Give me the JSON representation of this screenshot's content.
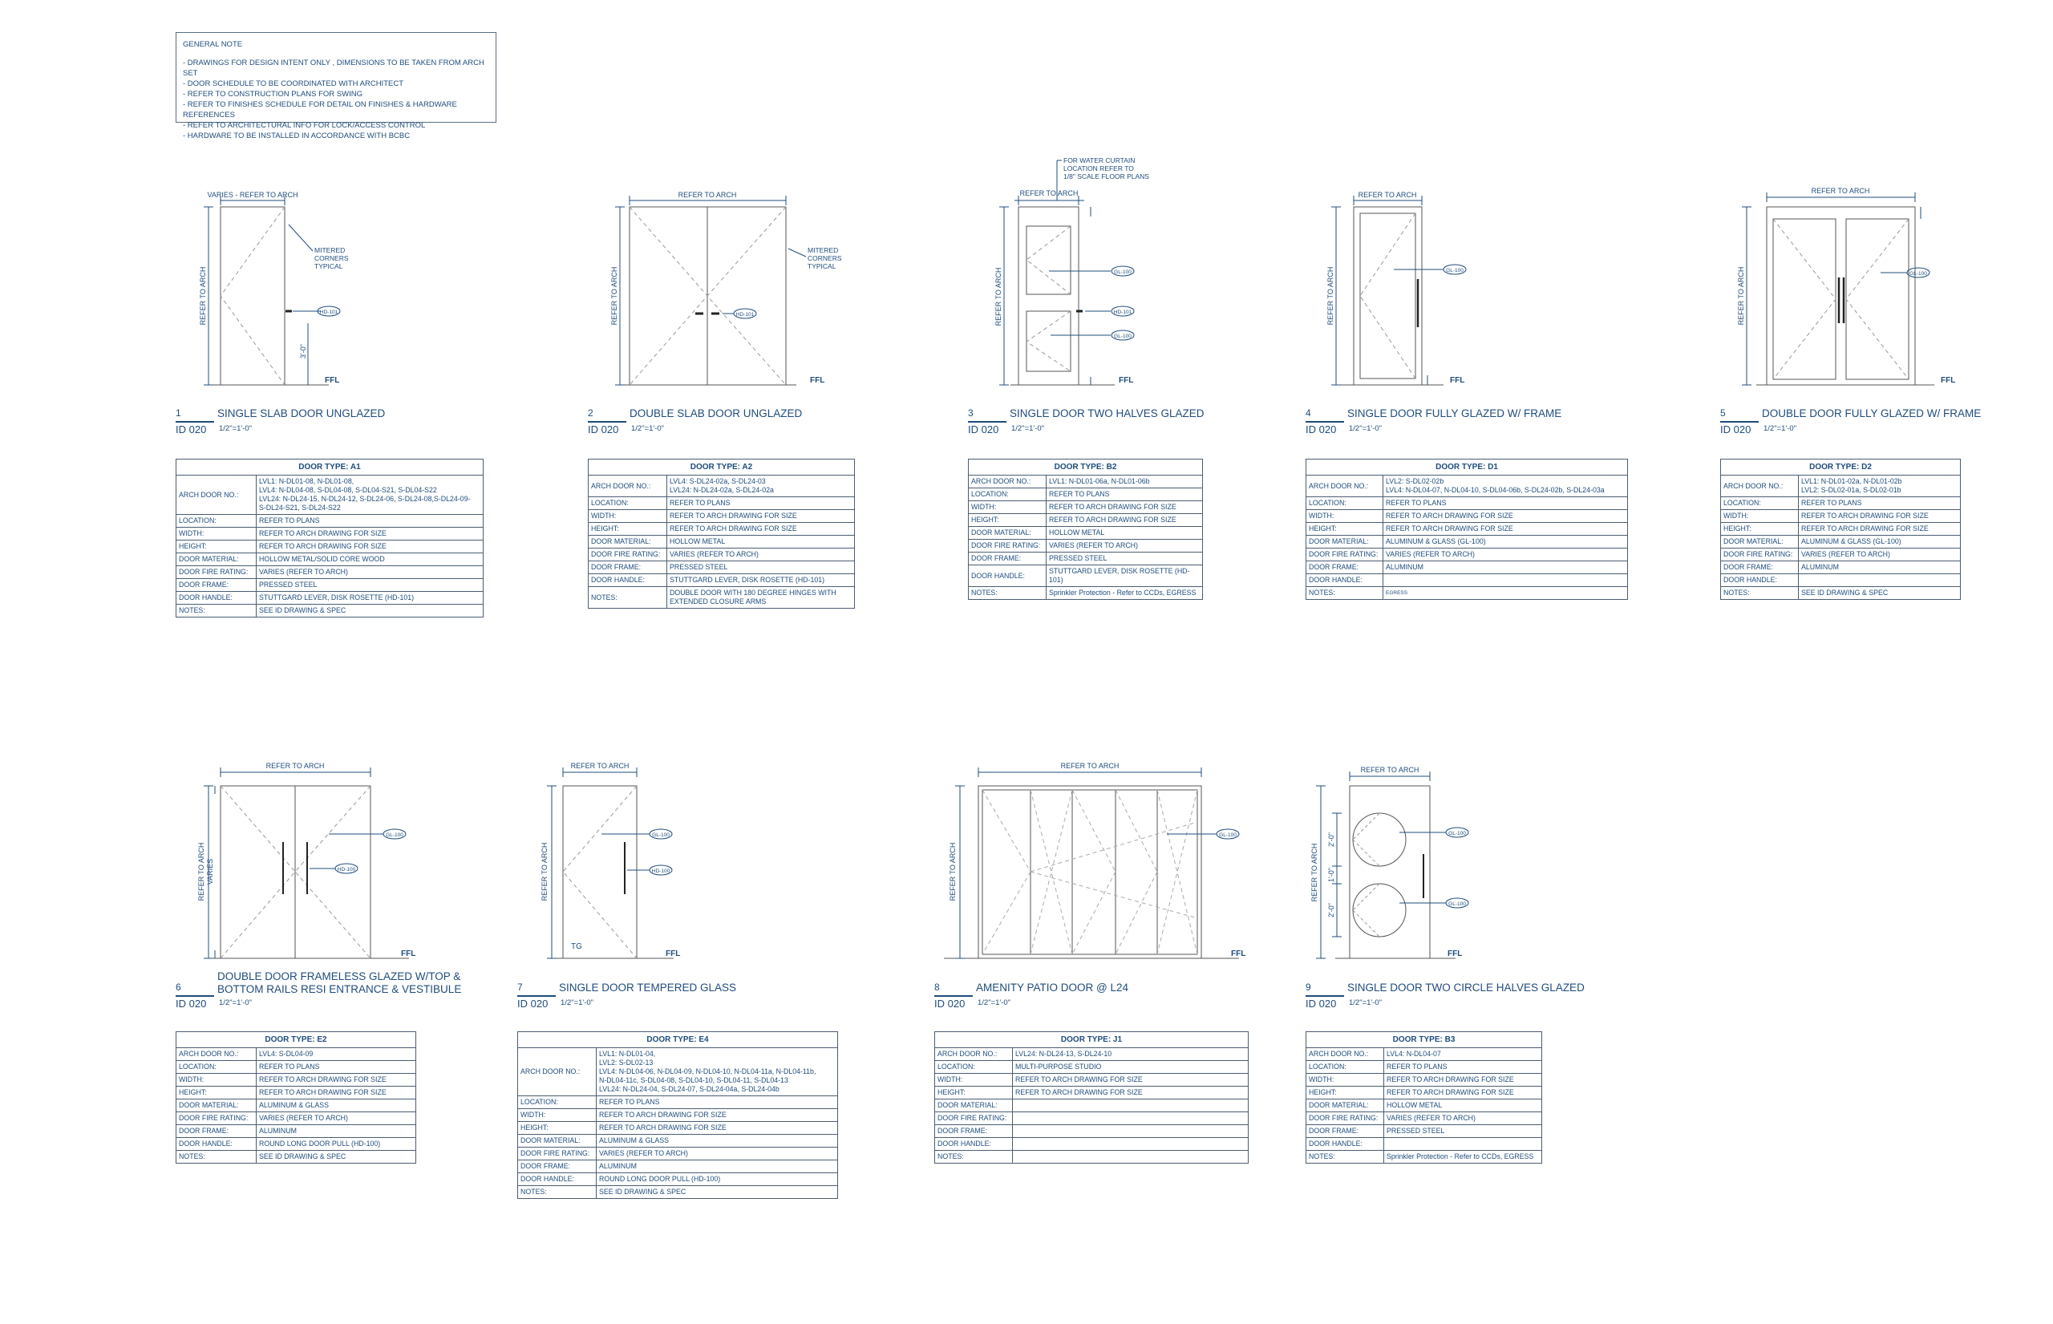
{
  "general_note": {
    "title": "GENERAL NOTE",
    "lines": [
      "- DRAWINGS FOR DESIGN INTENT ONLY , DIMENSIONS TO BE TAKEN FROM ARCH SET",
      "- DOOR SCHEDULE TO BE COORDINATED WITH ARCHITECT",
      "- REFER TO CONSTRUCTION PLANS FOR SWING",
      "- REFER TO FINISHES SCHEDULE FOR DETAIL ON FINISHES & HARDWARE REFERENCES",
      "- REFER TO ARCHITECTURAL INFO FOR LOCK/ACCESS CONTROL",
      "- HARDWARE TO BE INSTALLED IN ACCORDANCE WITH BCBC"
    ]
  },
  "row_labels": [
    "ARCH DOOR NO.:",
    "LOCATION:",
    "WIDTH:",
    "HEIGHT:",
    "DOOR MATERIAL:",
    "DOOR FIRE RATING:",
    "DOOR FRAME:",
    "DOOR HANDLE:",
    "NOTES:"
  ],
  "drawings": [
    {
      "num": "1",
      "title": "SINGLE SLAB DOOR UNGLAZED",
      "sheet": "ID 020",
      "scale": "1/2\"=1'-0\"",
      "labels": {
        "width_dim": "VARIES - REFER TO ARCH",
        "height_dim": "REFER TO ARCH",
        "note": "MITERED\nCORNERS\nTYPICAL",
        "tag": "HD-101",
        "handle_height": "3'-0\"",
        "ffl": "FFL"
      },
      "schedule": {
        "type": "DOOR TYPE: A1",
        "values": [
          "LVL1: N-DL01-08, N-DL01-08,\nLVL4: N-DL04-08, S-DL04-08, S-DL04-S21, S-DL04-S22\nLVL24: N-DL24-15, N-DL24-12, S-DL24-06, S-DL24-08,S-DL24-09-\nS-DL24-S21, S-DL24-S22",
          "REFER TO PLANS",
          "REFER TO ARCH DRAWING FOR SIZE",
          "REFER TO ARCH DRAWING FOR SIZE",
          "HOLLOW METAL/SOLID CORE WOOD",
          "VARIES (REFER TO ARCH)",
          "PRESSED STEEL",
          "STUTTGARD LEVER, DISK ROSETTE (HD-101)",
          "SEE ID DRAWING & SPEC"
        ]
      }
    },
    {
      "num": "2",
      "title": "DOUBLE SLAB DOOR UNGLAZED",
      "sheet": "ID 020",
      "scale": "1/2\"=1'-0\"",
      "labels": {
        "width_dim": "REFER TO ARCH",
        "height_dim": "REFER TO ARCH",
        "note": "MITERED\nCORNERS\nTYPICAL",
        "tag": "HD-101",
        "ffl": "FFL"
      },
      "schedule": {
        "type": "DOOR TYPE: A2",
        "values": [
          "LVL4: S-DL24-02a, S-DL24-03\nLVL24: N-DL24-02a, S-DL24-02a",
          "REFER TO PLANS",
          "REFER TO ARCH DRAWING FOR SIZE",
          "REFER TO ARCH DRAWING FOR SIZE",
          "HOLLOW METAL",
          "VARIES (REFER TO ARCH)",
          "PRESSED STEEL",
          "STUTTGARD LEVER, DISK ROSETTE (HD-101)",
          "DOUBLE DOOR WITH 180 DEGREE HINGES WITH\nEXTENDED CLOSURE ARMS"
        ]
      }
    },
    {
      "num": "3",
      "title": "SINGLE DOOR TWO HALVES GLAZED",
      "sheet": "ID 020",
      "scale": "1/2\"=1'-0\"",
      "labels": {
        "width_dim": "REFER TO ARCH",
        "height_dim": "REFER TO ARCH",
        "note": "FOR WATER CURTAIN\nLOCATION REFER TO\n1/8\" SCALE FLOOR PLANS",
        "tag": "GL-100",
        "tag2": "HD-101",
        "ffl": "FFL"
      },
      "schedule": {
        "type": "DOOR TYPE: B2",
        "values": [
          "LVL1: N-DL01-06a, N-DL01-06b",
          "REFER TO PLANS",
          "REFER TO ARCH DRAWING FOR SIZE",
          "REFER TO ARCH DRAWING FOR SIZE",
          "HOLLOW METAL",
          "VARIES (REFER TO ARCH)",
          "PRESSED STEEL",
          "STUTTGARD LEVER, DISK ROSETTE (HD-101)",
          "Sprinkler Protection - Refer to CCDs, EGRESS"
        ]
      }
    },
    {
      "num": "4",
      "title": "SINGLE DOOR FULLY GLAZED W/ FRAME",
      "sheet": "ID 020",
      "scale": "1/2\"=1'-0\"",
      "labels": {
        "width_dim": "REFER TO ARCH",
        "height_dim": "REFER TO ARCH",
        "tag": "GL-100",
        "ffl": "FFL"
      },
      "schedule": {
        "type": "DOOR TYPE: D1",
        "values": [
          "LVL2: S-DL02-02b\nLVL4: N-DL04-07, N-DL04-10, S-DL04-06b, S-DL24-02b, S-DL24-03a",
          "REFER TO PLANS",
          "REFER TO ARCH DRAWING FOR SIZE",
          "REFER TO ARCH DRAWING FOR SIZE",
          "ALUMINUM & GLASS (GL-100)",
          "VARIES (REFER TO ARCH)",
          "ALUMINUM",
          "",
          "EGRESS"
        ]
      }
    },
    {
      "num": "5",
      "title": "DOUBLE DOOR FULLY GLAZED W/ FRAME",
      "sheet": "ID 020",
      "scale": "1/2\"=1'-0\"",
      "labels": {
        "width_dim": "REFER TO ARCH",
        "height_dim": "REFER TO ARCH",
        "tag": "GL-100",
        "ffl": "FFL"
      },
      "schedule": {
        "type": "DOOR TYPE: D2",
        "values": [
          "LVL1: N-DL01-02a, N-DL01-02b\nLVL2: S-DL02-01a, S-DL02-01b",
          "REFER TO PLANS",
          "REFER TO ARCH DRAWING FOR SIZE",
          "REFER TO ARCH DRAWING FOR SIZE",
          "ALUMINUM & GLASS (GL-100)",
          "VARIES (REFER TO ARCH)",
          "ALUMINUM",
          "",
          "SEE ID DRAWING & SPEC"
        ]
      }
    },
    {
      "num": "6",
      "title": "DOUBLE DOOR FRAMELESS GLAZED W/TOP &\nBOTTOM RAILS RESI ENTRANCE & VESTIBULE",
      "sheet": "ID 020",
      "scale": "1/2\"=1'-0\"",
      "labels": {
        "width_dim": "REFER TO ARCH",
        "height_dim": "REFER TO ARCH",
        "height_dim2": "VARIES",
        "tag": "GL-100",
        "tag2": "HD-100",
        "ffl": "FFL"
      },
      "schedule": {
        "type": "DOOR TYPE: E2",
        "values": [
          "LVL4: S-DL04-09",
          "REFER TO PLANS",
          "REFER TO ARCH DRAWING FOR SIZE",
          "REFER TO ARCH DRAWING FOR SIZE",
          "ALUMINUM & GLASS",
          "VARIES (REFER TO ARCH)",
          "ALUMINUM",
          "ROUND LONG DOOR PULL (HD-100)",
          "SEE ID DRAWING & SPEC"
        ]
      }
    },
    {
      "num": "7",
      "title": "SINGLE DOOR TEMPERED GLASS",
      "sheet": "ID 020",
      "scale": "1/2\"=1'-0\"",
      "labels": {
        "width_dim": "REFER TO ARCH",
        "height_dim": "REFER TO ARCH",
        "tag": "GL-100",
        "tag2": "HD-100",
        "tg": "TG",
        "ffl": "FFL"
      },
      "schedule": {
        "type": "DOOR TYPE: E4",
        "values": [
          "LVL1: N-DL01-04,\nLVL2: S-DL02-13\nLVL4: N-DL04-06, N-DL04-09, N-DL04-10, N-DL04-11a, N-DL04-11b,\nN-DL04-11c, S-DL04-08, S-DL04-10, S-DL04-11, S-DL04-13\nLVL24: N-DL24-04, S-DL24-07, S-DL24-04a, S-DL24-04b",
          "REFER TO PLANS",
          "REFER TO ARCH DRAWING FOR SIZE",
          "REFER TO ARCH DRAWING FOR SIZE",
          "ALUMINUM & GLASS",
          "VARIES (REFER TO ARCH)",
          "ALUMINUM",
          "ROUND LONG DOOR PULL (HD-100)",
          "SEE ID DRAWING & SPEC"
        ]
      }
    },
    {
      "num": "8",
      "title": "AMENITY PATIO DOOR @ L24",
      "sheet": "ID 020",
      "scale": "1/2\"=1'-0\"",
      "labels": {
        "width_dim": "REFER TO ARCH",
        "height_dim": "REFER TO ARCH",
        "tag": "GL-100",
        "ffl": "FFL"
      },
      "schedule": {
        "type": "DOOR TYPE: J1",
        "values": [
          "LVL24: N-DL24-13, S-DL24-10",
          "MULTI-PURPOSE STUDIO",
          "REFER TO ARCH DRAWING FOR SIZE",
          "REFER TO ARCH DRAWING FOR SIZE",
          "",
          "",
          "",
          "",
          ""
        ]
      }
    },
    {
      "num": "9",
      "title": "SINGLE DOOR TWO CIRCLE HALVES GLAZED",
      "sheet": "ID 020",
      "scale": "1/2\"=1'-0\"",
      "labels": {
        "width_dim": "REFER TO ARCH",
        "height_dim": "REFER TO ARCH",
        "tag": "GL-100",
        "dim_a": "2'-0\"",
        "dim_b": "1'-0\"",
        "dim_c": "2'-0\"",
        "ffl": "FFL"
      },
      "schedule": {
        "type": "DOOR TYPE: B3",
        "values": [
          "LVL4: N-DL04-07",
          "REFER TO PLANS",
          "REFER TO ARCH DRAWING FOR SIZE",
          "REFER TO ARCH DRAWING FOR SIZE",
          "HOLLOW METAL",
          "VARIES (REFER TO ARCH)",
          "PRESSED STEEL",
          "",
          "Sprinkler Protection - Refer to CCDs, EGRESS"
        ]
      }
    }
  ]
}
